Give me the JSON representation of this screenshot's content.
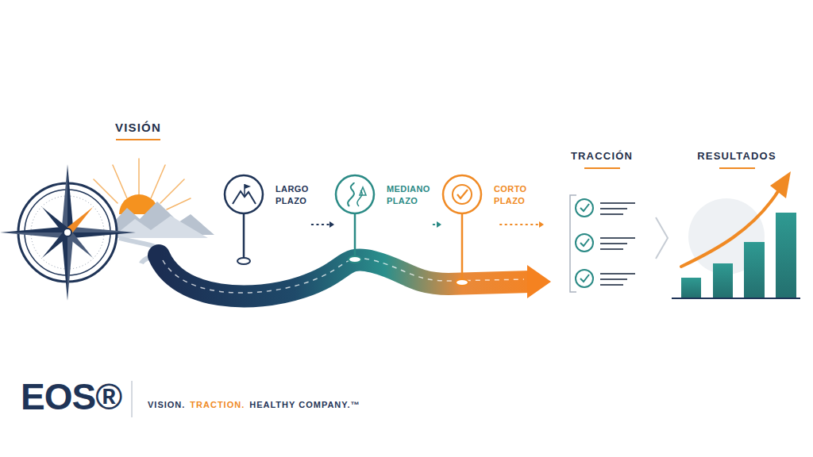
{
  "diagram": {
    "nodes": [
      {
        "text": [
          "LARGO PLAZO"
        ]
      },
      {
        "text": [
          "MEDIANO PLAZO"
        ]
      },
      {
        "text": [
          "CORTO PLAZO"
        ]
      }
    ],
    "edges": [
      {
        "from": 0,
        "to": 1,
        "arrow": "to"
      },
      {
        "from": 1,
        "to": 2,
        "arrow": "to"
      }
    ],
    "labels": [
      "VISIÓN",
      "TRACCIÓN",
      "RESULTADOS",
      "EOS®",
      "VISION.",
      "TRACTION.",
      "HEALTHY COMPANY.™"
    ]
  }
}
